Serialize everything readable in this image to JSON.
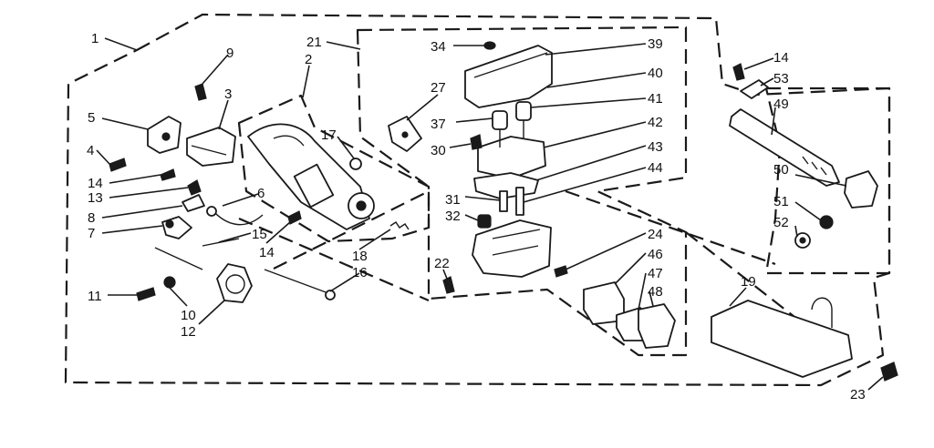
{
  "colors": {
    "ink": "#1a1a1a",
    "paper": "#ffffff"
  },
  "callouts": {
    "c1": "1",
    "c2": "2",
    "c3": "3",
    "c4": "4",
    "c5": "5",
    "c6": "6",
    "c7": "7",
    "c8": "8",
    "c9": "9",
    "c10": "10",
    "c11": "11",
    "c12": "12",
    "c13": "13",
    "c14a": "14",
    "c14b": "14",
    "c14c": "14",
    "c15": "15",
    "c16": "16",
    "c17": "17",
    "c18": "18",
    "c19": "19",
    "c21": "21",
    "c22": "22",
    "c23": "23",
    "c24": "24",
    "c27": "27",
    "c30": "30",
    "c31": "31",
    "c32": "32",
    "c34": "34",
    "c37": "37",
    "c39": "39",
    "c40": "40",
    "c41": "41",
    "c42": "42",
    "c43": "43",
    "c44": "44",
    "c46": "46",
    "c47": "47",
    "c48": "48",
    "c49": "49",
    "c50": "50",
    "c51": "51",
    "c52": "52",
    "c53": "53"
  }
}
